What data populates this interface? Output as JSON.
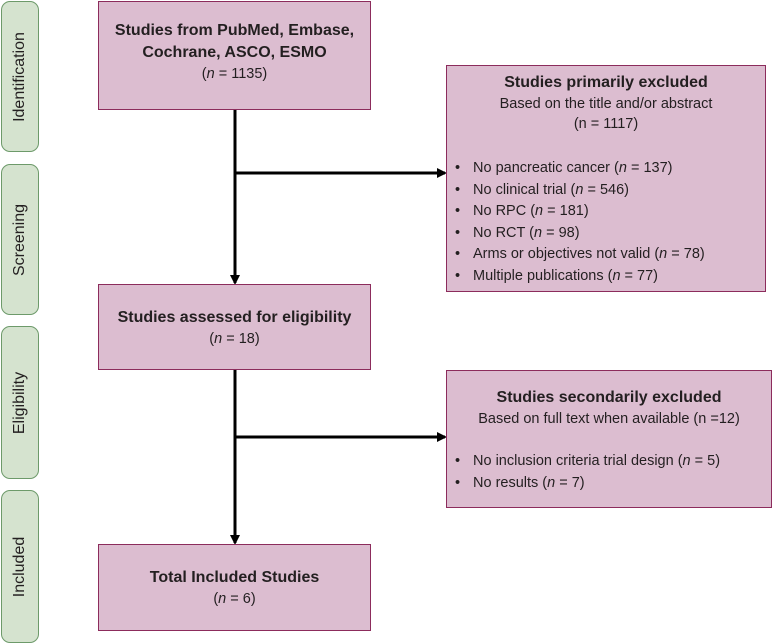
{
  "phases": [
    "Identification",
    "Screening",
    "Eligibility",
    "Included"
  ],
  "boxes": {
    "sources": {
      "title": "Studies from PubMed, Embase, Cochrane, ASCO, ESMO",
      "n_var": "n",
      "n_rest": " = 1135)"
    },
    "primary_excluded": {
      "title": "Studies primarily excluded",
      "subtitle": "Based on the title and/or abstract",
      "count": "(n = 1117)",
      "items": [
        {
          "label": "No pancreatic cancer (",
          "n_rest": " = 137)"
        },
        {
          "label": "No clinical trial (",
          "n_rest": " = 546)"
        },
        {
          "label": "No RPC (",
          "n_rest": " = 181)"
        },
        {
          "label": "No RCT (",
          "n_rest": " = 98)"
        },
        {
          "label": "Arms or objectives not valid (",
          "n_rest": " = 78)"
        },
        {
          "label": "Multiple publications (",
          "n_rest": " = 77)"
        }
      ]
    },
    "assessed": {
      "title": "Studies assessed for eligibility",
      "n_rest": " = 18)"
    },
    "secondary_excluded": {
      "title": "Studies secondarily excluded",
      "subtitle": "Based on full text when available (n =12)",
      "items": [
        {
          "label": "No inclusion criteria trial design (",
          "n_rest": " = 5)"
        },
        {
          "label": "No results (",
          "n_rest": " = 7)"
        }
      ]
    },
    "included": {
      "title": "Total Included Studies",
      "n_rest": " = 6)"
    }
  },
  "n_symbol": "n",
  "open_paren": "("
}
